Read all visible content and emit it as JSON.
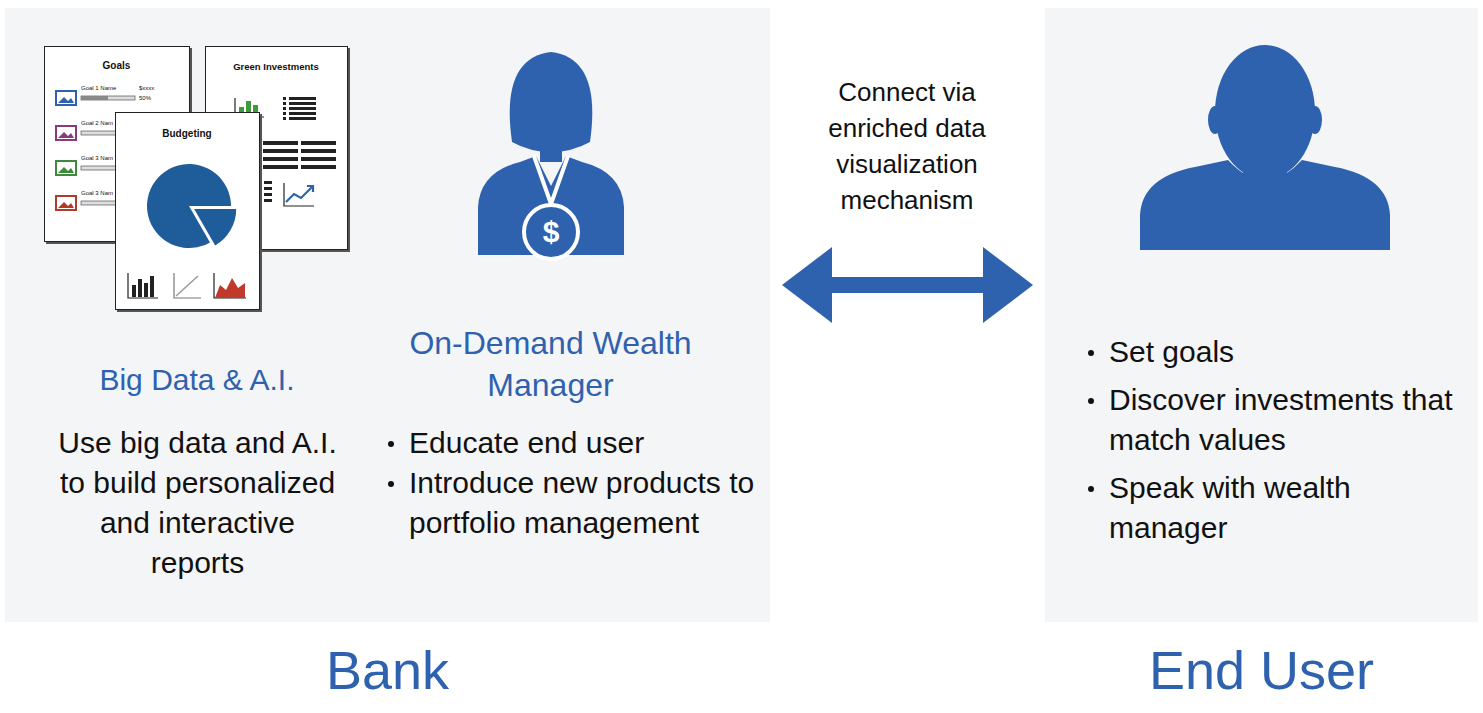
{
  "diagram": {
    "nodes": [
      {
        "text": [
          "Bank",
          "Big Data & A.I.",
          "Use big data and A.I. to build personalized and interactive reports",
          "On-Demand Wealth Manager",
          "Educate end user",
          "Introduce new products to portfolio management"
        ]
      },
      {
        "text": [
          "Goals",
          "Goal 1 Name",
          "$xxxx",
          "50%",
          "Goal 2 Nam",
          "Goal 3 Nam",
          "Goal 3 Nam"
        ],
        "in": 0
      },
      {
        "text": [
          "Green Investments"
        ],
        "in": 0
      },
      {
        "text": [
          "Budgeting"
        ],
        "in": 0
      },
      {
        "text": [
          "End User",
          "Set goals",
          "Discover investments that match values",
          "Speak with wealth manager"
        ]
      }
    ],
    "edges": [
      {
        "from": 0,
        "to": 4,
        "arrow": "both",
        "label": "Connect via enriched data visualization mechanism"
      }
    ],
    "labels": [
      "$"
    ]
  }
}
